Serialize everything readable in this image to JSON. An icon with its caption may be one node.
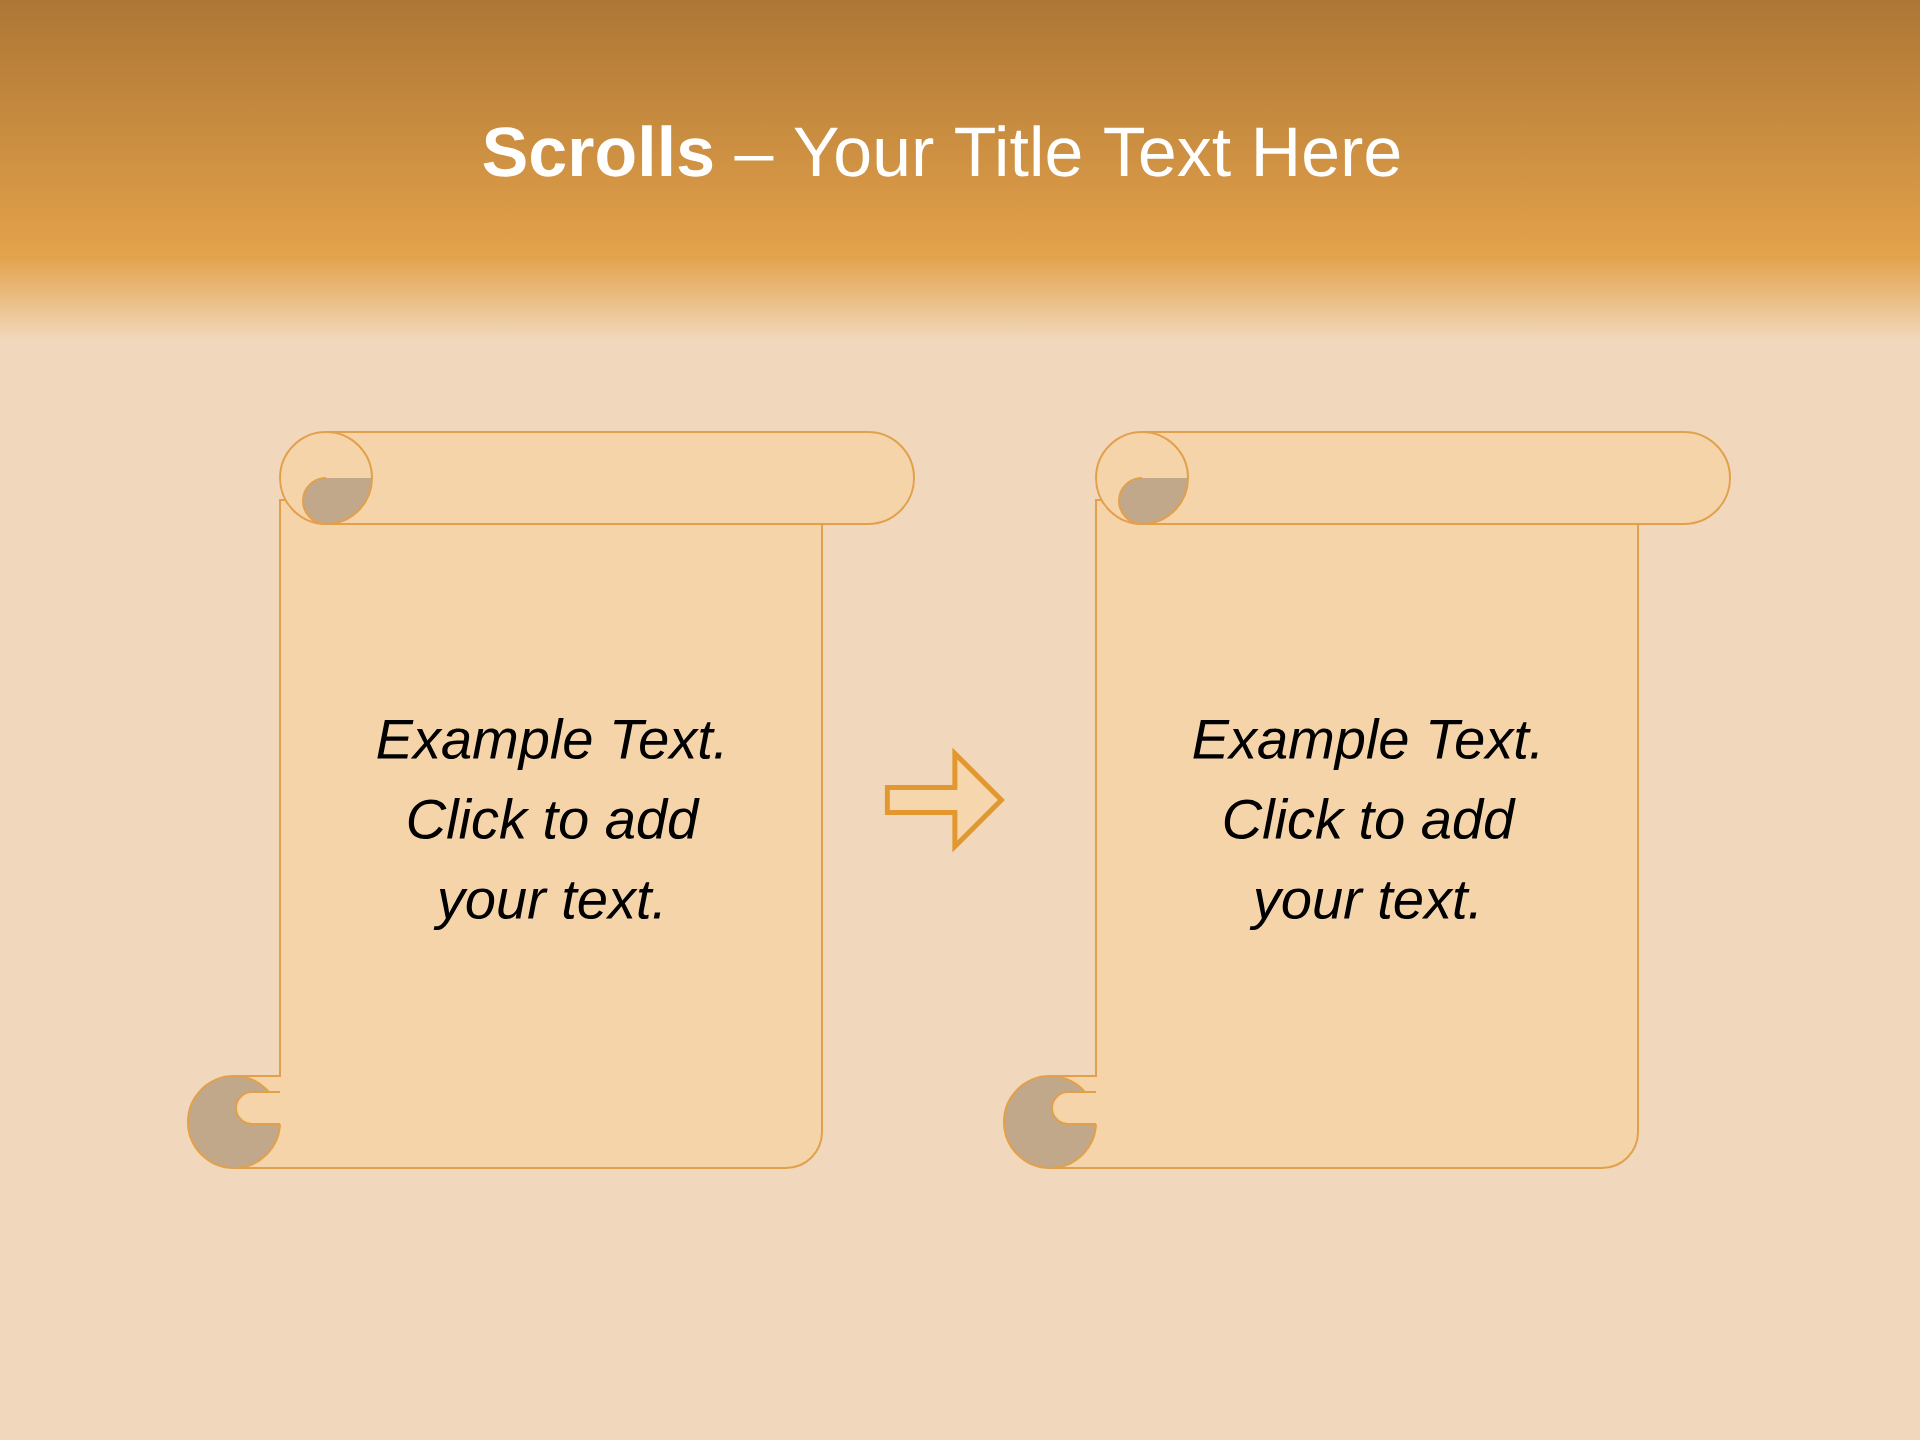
{
  "diagram": {
    "title": "**Scrolls** – Your Title Text Here",
    "nodes": [
      {
        "text": [
          "Example Text. Click to add your text."
        ]
      },
      {
        "text": [
          "Example Text. Click to add your text."
        ]
      }
    ],
    "edges": [
      {
        "from": 0,
        "to": 1,
        "arrow": "to"
      }
    ]
  }
}
